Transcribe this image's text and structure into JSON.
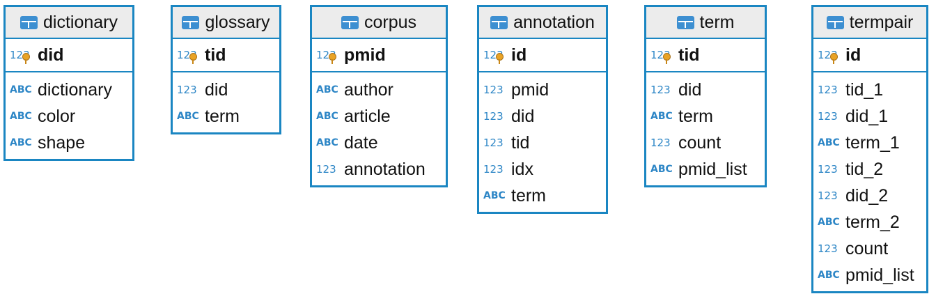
{
  "entities": [
    {
      "title": "dictionary",
      "pk": {
        "type_icon": "123",
        "name": "did"
      },
      "columns": [
        {
          "type_icon": "ABC",
          "name": "dictionary"
        },
        {
          "type_icon": "ABC",
          "name": "color"
        },
        {
          "type_icon": "ABC",
          "name": "shape"
        }
      ]
    },
    {
      "title": "glossary",
      "pk": {
        "type_icon": "123",
        "name": "tid"
      },
      "columns": [
        {
          "type_icon": "123",
          "name": "did"
        },
        {
          "type_icon": "ABC",
          "name": "term"
        }
      ]
    },
    {
      "title": "corpus",
      "pk": {
        "type_icon": "123",
        "name": "pmid"
      },
      "columns": [
        {
          "type_icon": "ABC",
          "name": "author"
        },
        {
          "type_icon": "ABC",
          "name": "article"
        },
        {
          "type_icon": "ABC",
          "name": "date"
        },
        {
          "type_icon": "123",
          "name": "annotation"
        }
      ]
    },
    {
      "title": "annotation",
      "pk": {
        "type_icon": "123",
        "name": "id"
      },
      "columns": [
        {
          "type_icon": "123",
          "name": "pmid"
        },
        {
          "type_icon": "123",
          "name": "did"
        },
        {
          "type_icon": "123",
          "name": "tid"
        },
        {
          "type_icon": "123",
          "name": "idx"
        },
        {
          "type_icon": "ABC",
          "name": "term"
        }
      ]
    },
    {
      "title": "term",
      "pk": {
        "type_icon": "123",
        "name": "tid"
      },
      "columns": [
        {
          "type_icon": "123",
          "name": "did"
        },
        {
          "type_icon": "ABC",
          "name": "term"
        },
        {
          "type_icon": "123",
          "name": "count"
        },
        {
          "type_icon": "ABC",
          "name": "pmid_list"
        }
      ]
    },
    {
      "title": "termpair",
      "pk": {
        "type_icon": "123",
        "name": "id"
      },
      "columns": [
        {
          "type_icon": "123",
          "name": "tid_1"
        },
        {
          "type_icon": "123",
          "name": "did_1"
        },
        {
          "type_icon": "ABC",
          "name": "term_1"
        },
        {
          "type_icon": "123",
          "name": "tid_2"
        },
        {
          "type_icon": "123",
          "name": "did_2"
        },
        {
          "type_icon": "ABC",
          "name": "term_2"
        },
        {
          "type_icon": "123",
          "name": "count"
        },
        {
          "type_icon": "ABC",
          "name": "pmid_list"
        }
      ]
    }
  ],
  "colors": {
    "border": "#1a86c2",
    "header_bg": "#ececec",
    "type_icon": "#2d86c6",
    "key_icon": "#e9a326"
  }
}
